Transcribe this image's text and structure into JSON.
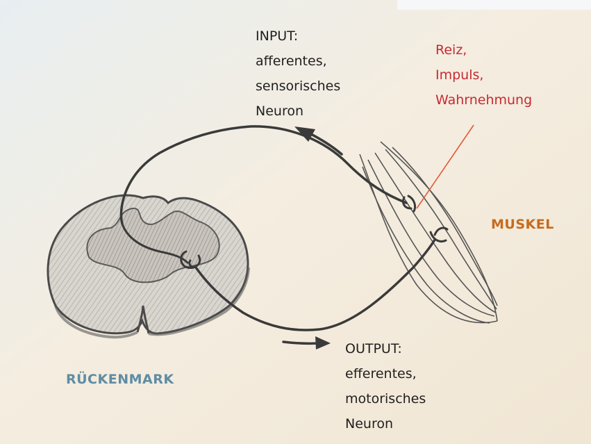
{
  "input_label": [
    "INPUT:",
    "afferentes,",
    "sensorisches",
    "Neuron"
  ],
  "stimulus_label": [
    "Reiz,",
    "Impuls,",
    "Wahrnehmung"
  ],
  "output_label": [
    "OUTPUT:",
    "efferentes,",
    "motorisches",
    "Neuron"
  ],
  "muscle_label": "MUSKEL",
  "spinal_cord_label": "RÜCKENMARK",
  "colors": {
    "stimulus": "#c62a32",
    "muscle": "#c76a1f",
    "spinal_cord": "#5f8ca4",
    "pencil": "#3a3a3a",
    "text": "#1f1f1f"
  }
}
